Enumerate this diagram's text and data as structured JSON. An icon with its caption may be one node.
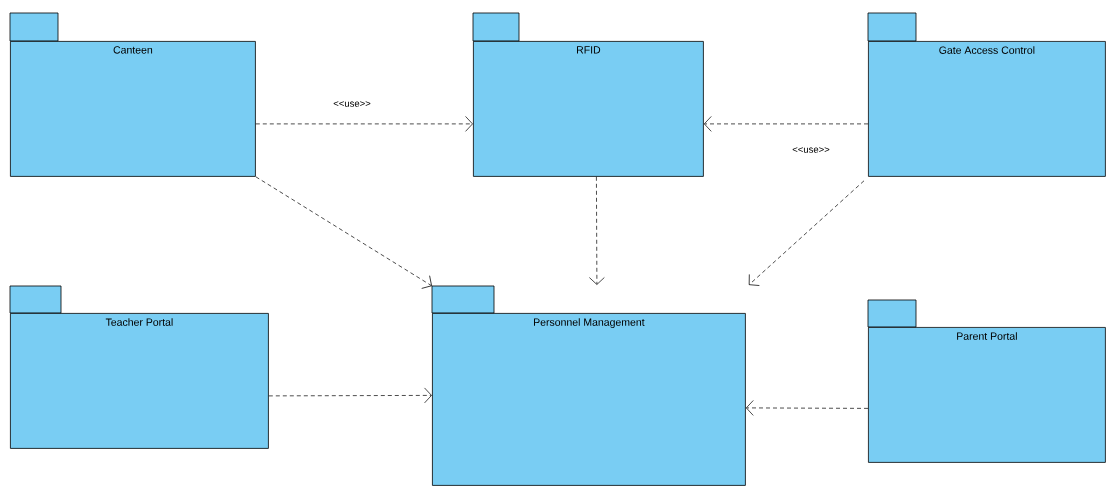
{
  "diagram": {
    "nodes": [
      {
        "text": [
          "Canteen"
        ]
      },
      {
        "text": [
          "RFID"
        ]
      },
      {
        "text": [
          "Gate Access Control"
        ]
      },
      {
        "text": [
          "Teacher Portal"
        ]
      },
      {
        "text": [
          "Personnel Management"
        ]
      },
      {
        "text": [
          "Parent Portal"
        ]
      }
    ],
    "edges": [
      {
        "from": 0,
        "to": 1,
        "arrow": "to",
        "label": "<<use>>"
      },
      {
        "from": 2,
        "to": 1,
        "arrow": "to",
        "label": "<<use>>"
      },
      {
        "from": 0,
        "to": 4,
        "arrow": "to"
      },
      {
        "from": 1,
        "to": 4,
        "arrow": "to"
      },
      {
        "from": 2,
        "to": 4,
        "arrow": "to"
      },
      {
        "from": 3,
        "to": 4,
        "arrow": "to"
      },
      {
        "from": 5,
        "to": 4,
        "arrow": "to"
      }
    ]
  }
}
